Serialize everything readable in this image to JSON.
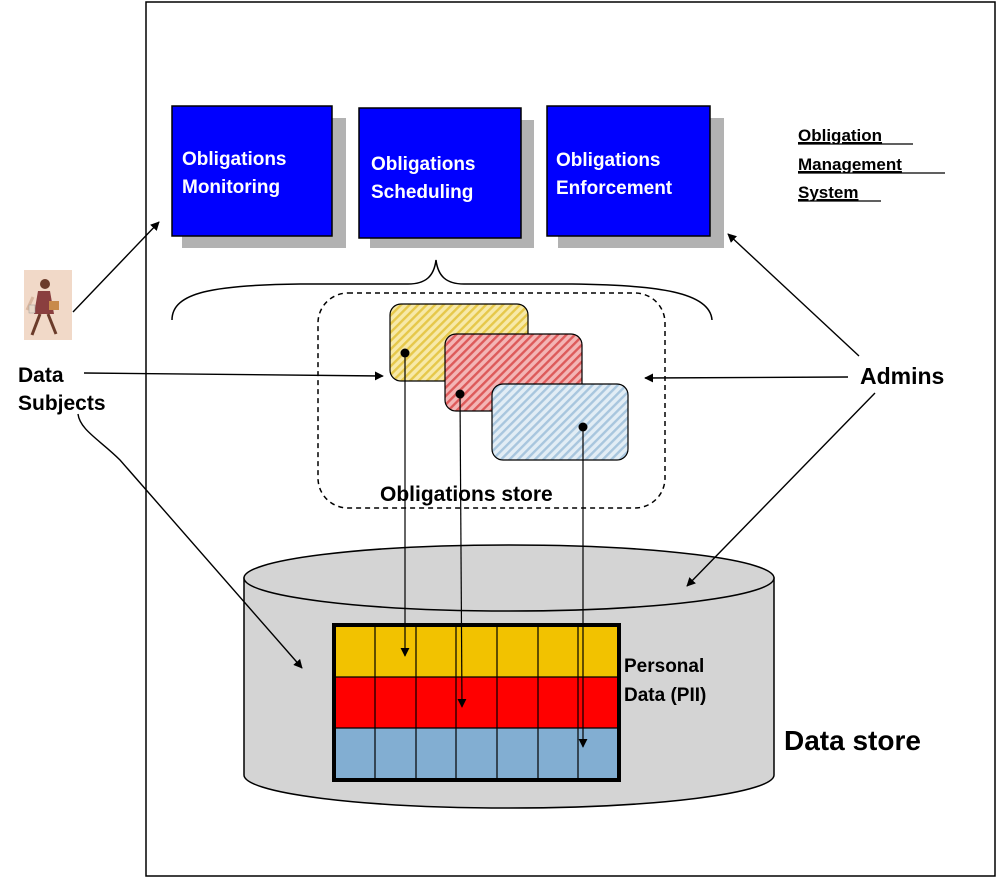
{
  "system_label": [
    "Obligation",
    "Management",
    "System"
  ],
  "modules": [
    {
      "lines": [
        "Obligations",
        "Monitoring"
      ]
    },
    {
      "lines": [
        "Obligations",
        "Scheduling"
      ]
    },
    {
      "lines": [
        "Obligations",
        "Enforcement"
      ]
    }
  ],
  "data_subjects": [
    "Data",
    "Subjects"
  ],
  "admins": "Admins",
  "obligations_store": "Obligations store",
  "personal_data": [
    "Personal",
    "Data (PII)"
  ],
  "data_store": "Data store",
  "colors": {
    "module_fill": "#0000ff",
    "module_shadow": "#b2b2b2",
    "card_yellow": "#f5e08a",
    "card_red": "#e9868a",
    "card_blue": "#c9dceb",
    "row_yellow": "#f2c200",
    "row_red": "#ff0000",
    "row_blue": "#82aed2",
    "cylinder": "#d4d4d4"
  }
}
